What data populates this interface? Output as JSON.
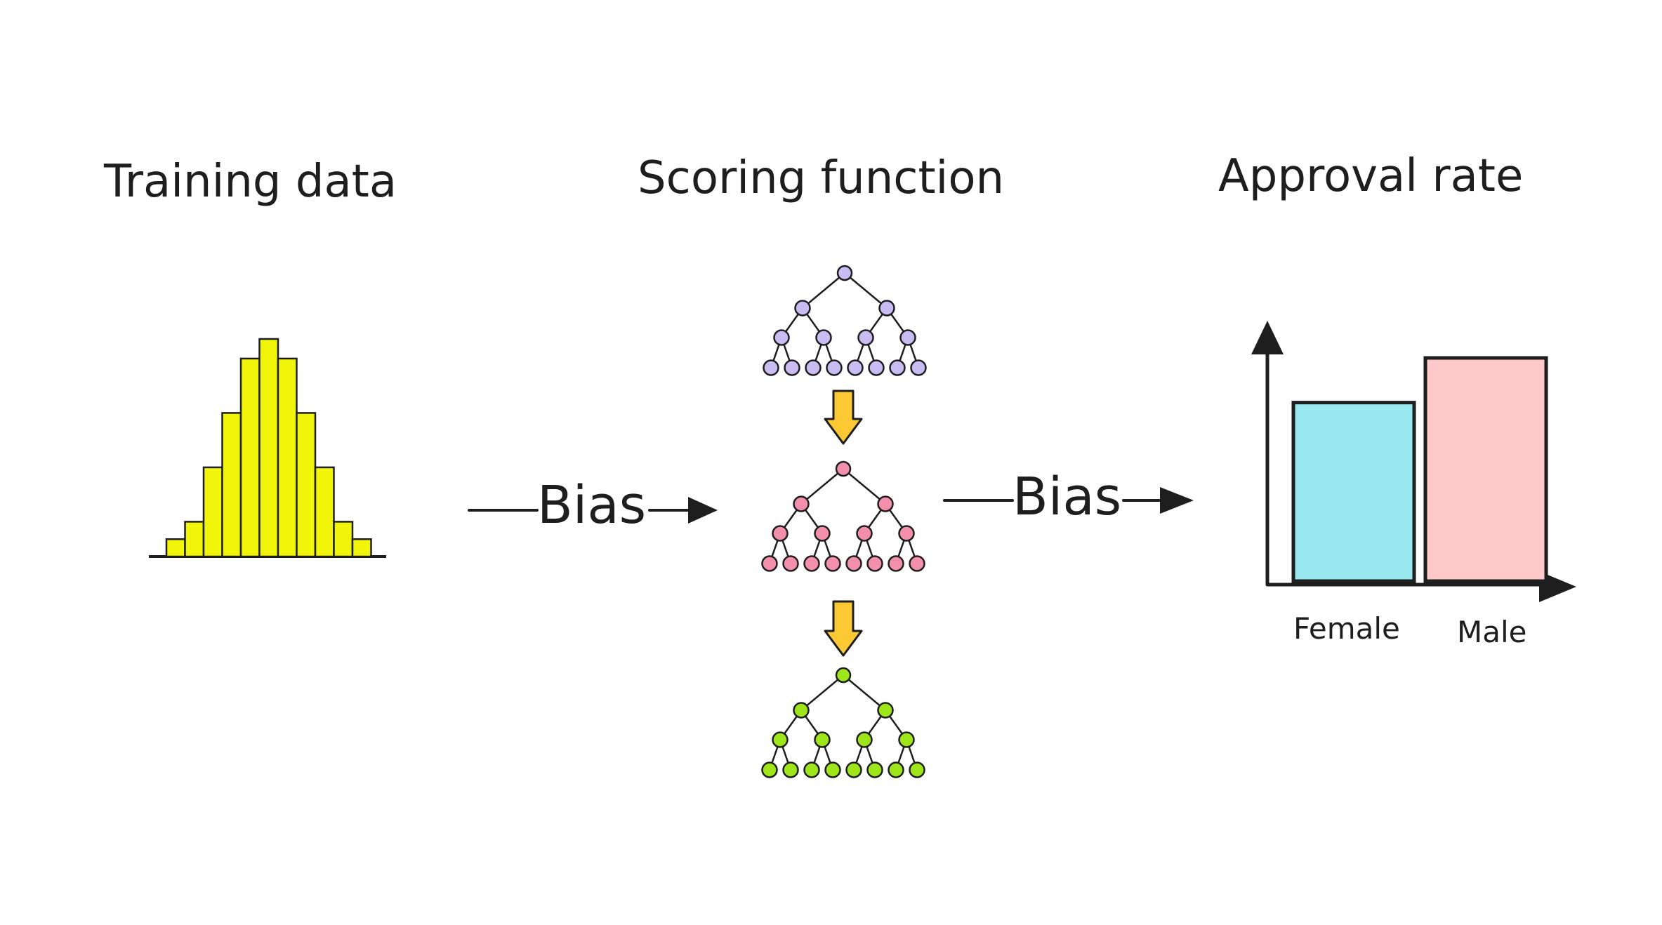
{
  "titles": {
    "training": "Training data",
    "scoring": "Scoring function",
    "approval": "Approval rate"
  },
  "bias_labels": [
    "Bias",
    "Bias"
  ],
  "histogram": {
    "relative_heights": [
      0.08,
      0.16,
      0.41,
      0.66,
      0.91,
      1.0,
      0.91,
      0.66,
      0.41,
      0.16,
      0.08
    ],
    "fill": "#f0f509"
  },
  "trees": [
    {
      "fill": "#c9bcf3"
    },
    {
      "fill": "#f28fab"
    },
    {
      "fill": "#9ee51a"
    }
  ],
  "flow_arrow_color": "#fcc934",
  "approval": {
    "categories": [
      "Female",
      "Male"
    ],
    "relative_values": [
      0.8,
      1.0
    ],
    "colors": [
      "#99e8f0",
      "#ffc9c9"
    ]
  }
}
